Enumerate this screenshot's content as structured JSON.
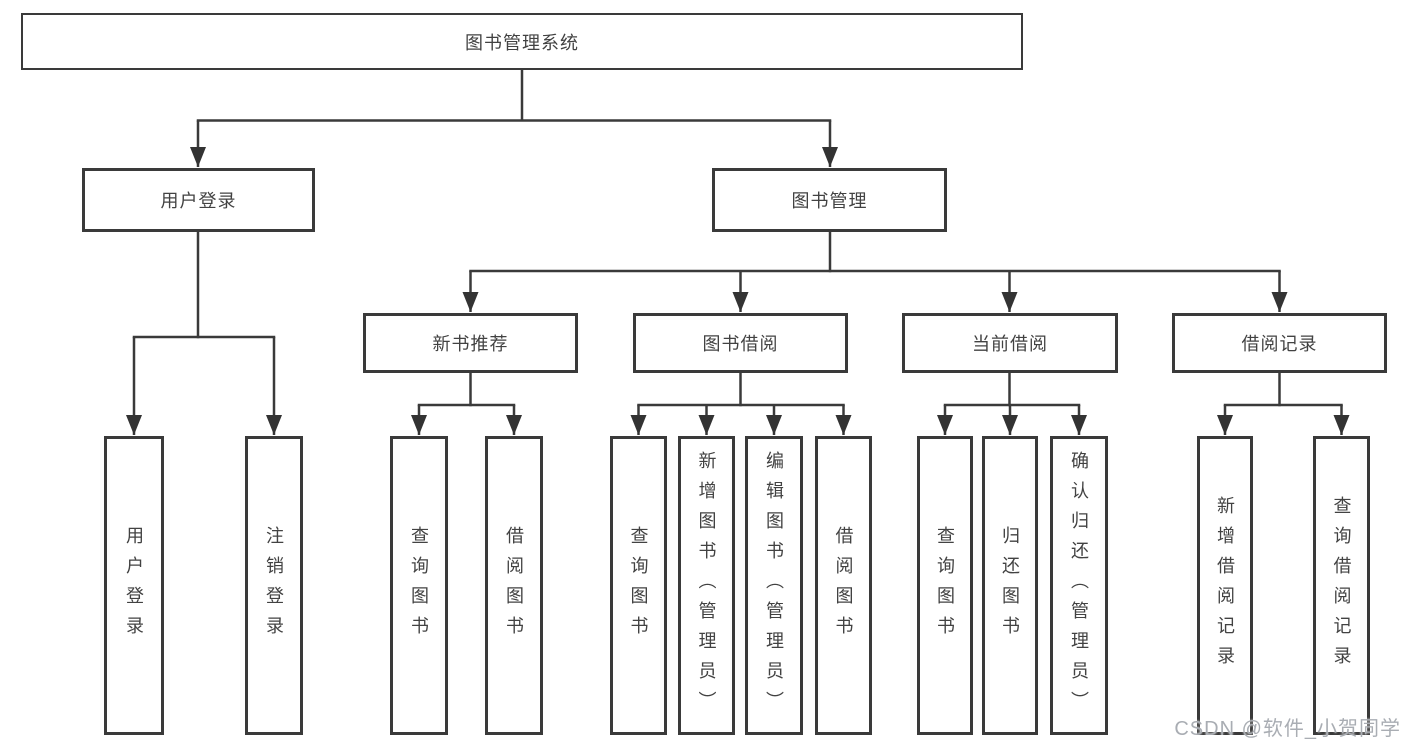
{
  "tree": {
    "label": "图书管理系统",
    "children": [
      {
        "label": "用户登录",
        "children": [
          {
            "label": "用户登录"
          },
          {
            "label": "注销登录"
          }
        ]
      },
      {
        "label": "图书管理",
        "children": [
          {
            "label": "新书推荐",
            "children": [
              {
                "label": "查询图书"
              },
              {
                "label": "借阅图书"
              }
            ]
          },
          {
            "label": "图书借阅",
            "children": [
              {
                "label": "查询图书"
              },
              {
                "label": "新增图书（管理员）"
              },
              {
                "label": "编辑图书（管理员）"
              },
              {
                "label": "借阅图书"
              }
            ]
          },
          {
            "label": "当前借阅",
            "children": [
              {
                "label": "查询图书"
              },
              {
                "label": "归还图书"
              },
              {
                "label": "确认归还（管理员）"
              }
            ]
          },
          {
            "label": "借阅记录",
            "children": [
              {
                "label": "新增借阅记录"
              },
              {
                "label": "查询借阅记录"
              }
            ]
          }
        ]
      }
    ]
  },
  "colors": {
    "line": "#3a3a3a",
    "arrow": "#333333",
    "text": "#424242",
    "watermark": "#a9adb3"
  },
  "watermark": {
    "text": "CSDN @软件_小贺同学"
  }
}
